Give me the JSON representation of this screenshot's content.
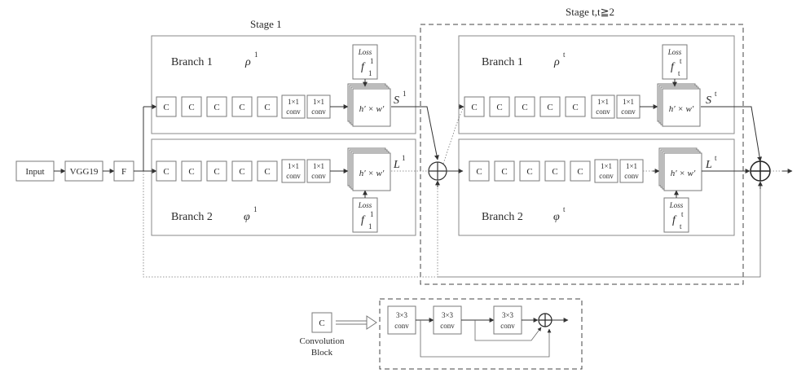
{
  "labels": {
    "stage1": "Stage 1",
    "stage_t": "Stage t,t≧2",
    "branch1": "Branch 1",
    "branch2": "Branch 2",
    "rho": "ρ",
    "phi": "φ",
    "input": "Input",
    "vgg": "VGG19",
    "f": "F",
    "c": "C",
    "conv_top": "1×1",
    "conv_bot": "conv",
    "conv3_top": "3×3",
    "loss": "Loss",
    "f_letter": "f",
    "heatmap": "h′ × w′",
    "S": "S",
    "L": "L",
    "sup1": "1",
    "supt": "t",
    "conv_block_c": "C",
    "conv_block_label_1": "Convolution",
    "conv_block_label_2": "Block"
  }
}
